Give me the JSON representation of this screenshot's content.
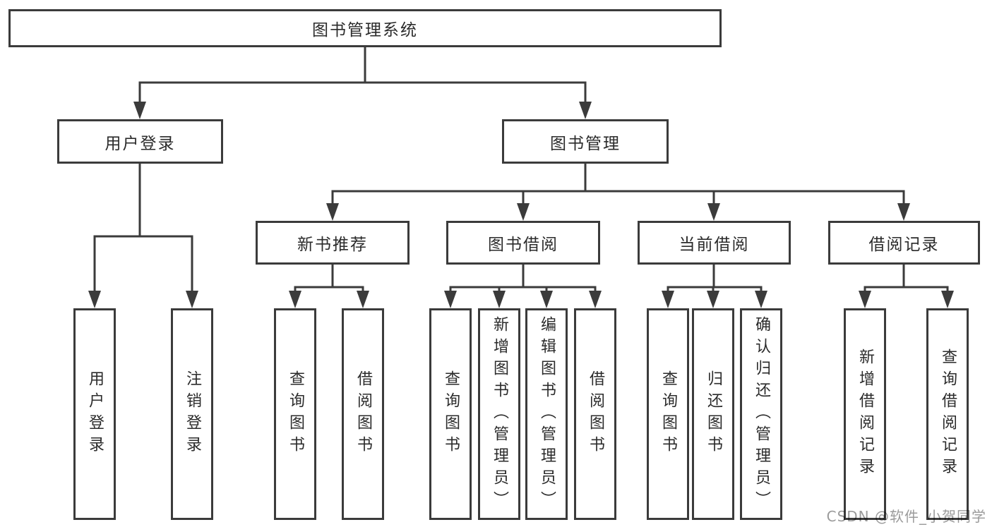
{
  "diagram": {
    "type": "hierarchy-tree",
    "root": {
      "label": "图书管理系统"
    },
    "level2": {
      "user_login": {
        "label": "用户登录"
      },
      "book_mgmt": {
        "label": "图书管理"
      }
    },
    "level3": {
      "new_books": {
        "label": "新书推荐"
      },
      "book_borrow": {
        "label": "图书借阅"
      },
      "current_borrow": {
        "label": "当前借阅"
      },
      "borrow_records": {
        "label": "借阅记录"
      }
    },
    "children": {
      "user_login": [
        "用户登录",
        "注销登录"
      ],
      "new_books": [
        "查询图书",
        "借阅图书"
      ],
      "book_borrow": [
        "查询图书",
        "新增图书（管理员）",
        "编辑图书（管理员）",
        "借阅图书"
      ],
      "current_borrow": [
        "查询图书",
        "归还图书",
        "确认归还（管理员）"
      ],
      "borrow_records": [
        "新增借阅记录",
        "查询借阅记录"
      ]
    }
  },
  "watermark": {
    "text": "CSDN @软件_小贺同学",
    "color": "#9b9b9b"
  },
  "colors": {
    "line": "#3b3b3b",
    "box_border": "#3b3b3b",
    "text": "#2b2b2b",
    "background": "#ffffff"
  }
}
